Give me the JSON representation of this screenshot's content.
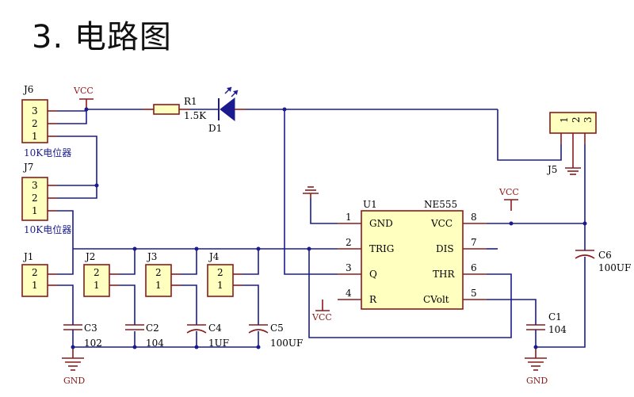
{
  "title": "3. 电路图",
  "labels": {
    "j6": "J6",
    "j7": "J7",
    "j1": "J1",
    "j2": "J2",
    "j3": "J3",
    "j4": "J4",
    "j5": "J5",
    "pot_label_1": "10K电位器",
    "pot_label_2": "10K电位器",
    "vcc": "VCC",
    "gnd": "GND",
    "r1": "R1",
    "r1_val": "1.5K",
    "d1": "D1",
    "u1": "U1",
    "ne555": "NE555",
    "c1": "C1",
    "c1_val": "104",
    "c2": "C2",
    "c2_val": "104",
    "c3": "C3",
    "c3_val": "102",
    "c4": "C4",
    "c4_val": "1UF",
    "c5": "C5",
    "c5_val": "100UF",
    "c6": "C6",
    "c6_val": "100UF"
  },
  "pins3": [
    "3",
    "2",
    "1"
  ],
  "pins2": [
    "2",
    "1"
  ],
  "j5_pins": [
    "1",
    "2",
    "3"
  ],
  "ic": {
    "left_pins": [
      {
        "num": "1",
        "name": "GND"
      },
      {
        "num": "2",
        "name": "TRIG"
      },
      {
        "num": "3",
        "name": "Q"
      },
      {
        "num": "4",
        "name": "R"
      }
    ],
    "right_pins": [
      {
        "num": "8",
        "name": "VCC"
      },
      {
        "num": "7",
        "name": "DIS"
      },
      {
        "num": "6",
        "name": "THR"
      },
      {
        "num": "5",
        "name": "CVolt"
      }
    ]
  },
  "colors": {
    "wire": "#1b1b8f",
    "part": "#8b1a1a",
    "fill": "#ffffc0"
  }
}
